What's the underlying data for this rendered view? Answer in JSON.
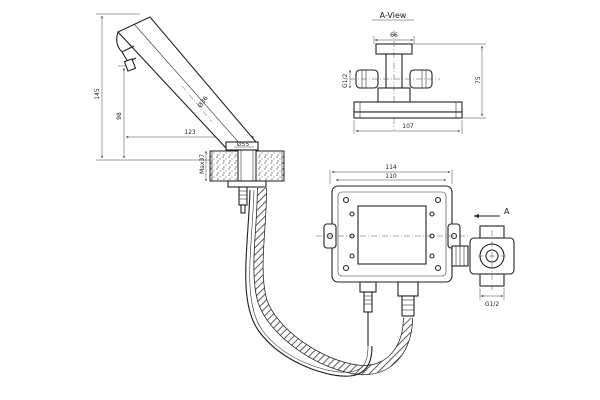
{
  "view_title": "A-View",
  "view_arrow_label": "A",
  "dimensions": {
    "overall_height": "145",
    "spout_height": "98",
    "spout_reach": "123",
    "spout_diameter": "Ø36",
    "base_diameter": "Ø55",
    "deck_thickness": "Max37",
    "aview_top_width": "66",
    "aview_height": "75",
    "aview_base_width": "107",
    "aview_thread": "G1/2",
    "box_outer_width": "114",
    "box_inner_width": "110",
    "valve_thread": "G1/2"
  }
}
